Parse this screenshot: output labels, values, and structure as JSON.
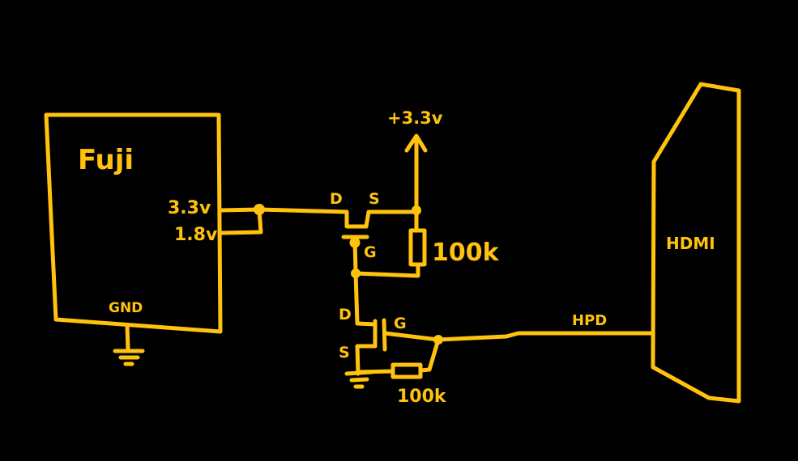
{
  "colors": {
    "background": "#000000",
    "ink": "#FFC20E"
  },
  "chip": {
    "name": "Fuji",
    "pin_33": "3.3v",
    "pin_18": "1.8v",
    "gnd": "GND"
  },
  "supply": {
    "label": "+3.3v"
  },
  "pmos": {
    "drain": "D",
    "source": "S",
    "gate": "G"
  },
  "resistor_top": {
    "value": "100k"
  },
  "nmos": {
    "drain": "D",
    "source": "S",
    "gate": "G"
  },
  "resistor_bottom": {
    "value": "100k"
  },
  "hpd": {
    "label": "HPD"
  },
  "hdmi": {
    "label": "HDMI"
  }
}
